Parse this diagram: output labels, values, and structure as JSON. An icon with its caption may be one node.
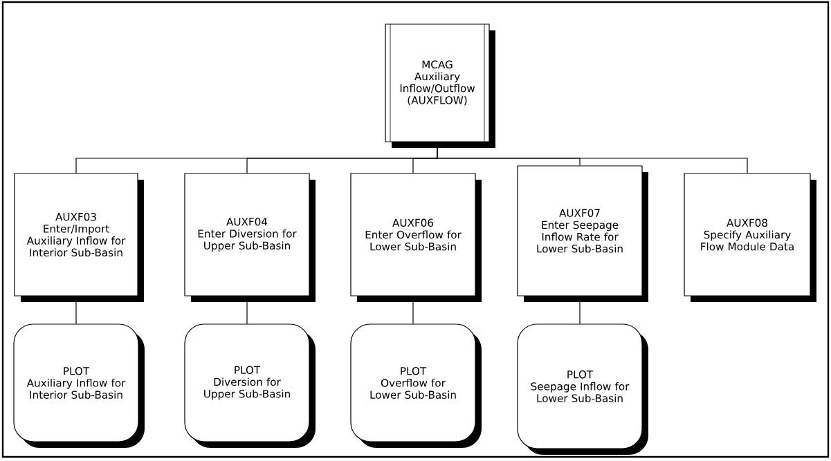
{
  "diagram": {
    "nodes": [
      {
        "text": [
          "MCAG",
          "Auxiliary Inflow/Outflow (AUXFLOW)"
        ]
      },
      {
        "text": [
          "AUXF03",
          "Enter/Import Auxiliary Inflow for Interior Sub-Basin"
        ]
      },
      {
        "text": [
          "AUXF04",
          "Enter Diversion for Upper Sub-Basin"
        ]
      },
      {
        "text": [
          "AUXF06",
          "Enter Overflow for Lower Sub-Basin"
        ]
      },
      {
        "text": [
          "AUXF07",
          "Enter Seepage Inflow Rate for Lower Sub-Basin"
        ]
      },
      {
        "text": [
          "AUXF08",
          "Specify Auxiliary Flow Module Data"
        ]
      },
      {
        "text": [
          "PLOT",
          "Auxiliary Inflow for Interior Sub-Basin"
        ]
      },
      {
        "text": [
          "PLOT",
          "Diversion for Upper Sub-Basin"
        ]
      },
      {
        "text": [
          "PLOT",
          "Overflow for Lower Sub-Basin"
        ]
      },
      {
        "text": [
          "PLOT",
          "Seepage Inflow for Lower Sub-Basin"
        ]
      }
    ],
    "edges": [
      {
        "from": 0,
        "to": 1,
        "arrow": "none"
      },
      {
        "from": 0,
        "to": 2,
        "arrow": "none"
      },
      {
        "from": 0,
        "to": 3,
        "arrow": "none"
      },
      {
        "from": 0,
        "to": 4,
        "arrow": "none"
      },
      {
        "from": 0,
        "to": 5,
        "arrow": "none"
      },
      {
        "from": 1,
        "to": 6,
        "arrow": "none"
      },
      {
        "from": 2,
        "to": 7,
        "arrow": "none"
      },
      {
        "from": 3,
        "to": 8,
        "arrow": "none"
      },
      {
        "from": 4,
        "to": 9,
        "arrow": "none"
      }
    ]
  }
}
